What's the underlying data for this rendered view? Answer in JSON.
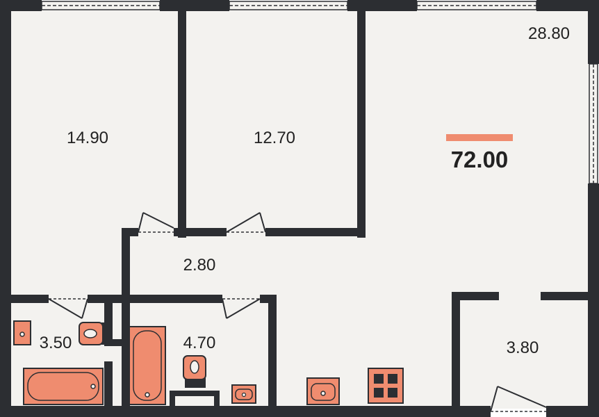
{
  "plan": {
    "total_area": "72.00",
    "rooms": {
      "room_1": "14.90",
      "room_2": "12.70",
      "living": "28.80",
      "hall": "2.80",
      "bath_1": "3.50",
      "bath_2": "4.70",
      "storage": "3.80"
    }
  },
  "colors": {
    "wall": "#2c2e32",
    "floor": "#f3f2ef",
    "fixture": "#ef8c6f",
    "accent": "#ef8c6f",
    "text": "#222222"
  }
}
